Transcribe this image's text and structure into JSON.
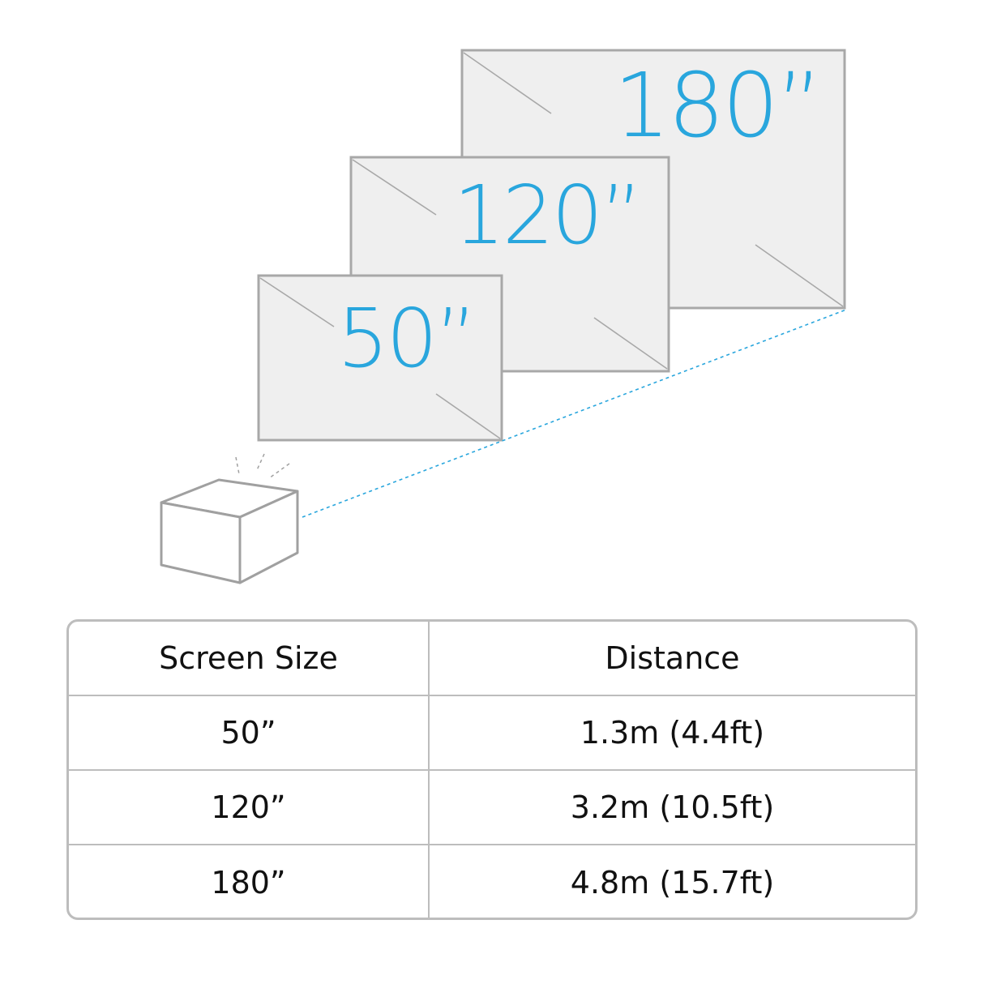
{
  "diagram": {
    "screens": [
      {
        "label": "180”"
      },
      {
        "label": "120”"
      },
      {
        "label": "50”"
      }
    ],
    "icons": [
      "projector-icon",
      "light-rays-icon"
    ],
    "colors": {
      "accent": "#29a6dd",
      "screen_fill": "#efefef",
      "outline": "#a8a8a8"
    }
  },
  "table": {
    "headers": {
      "size": "Screen Size",
      "distance": "Distance"
    },
    "rows": [
      {
        "size": "50”",
        "distance": "1.3m (4.4ft)"
      },
      {
        "size": "120”",
        "distance": "3.2m (10.5ft)"
      },
      {
        "size": "180”",
        "distance": "4.8m (15.7ft)"
      }
    ]
  }
}
